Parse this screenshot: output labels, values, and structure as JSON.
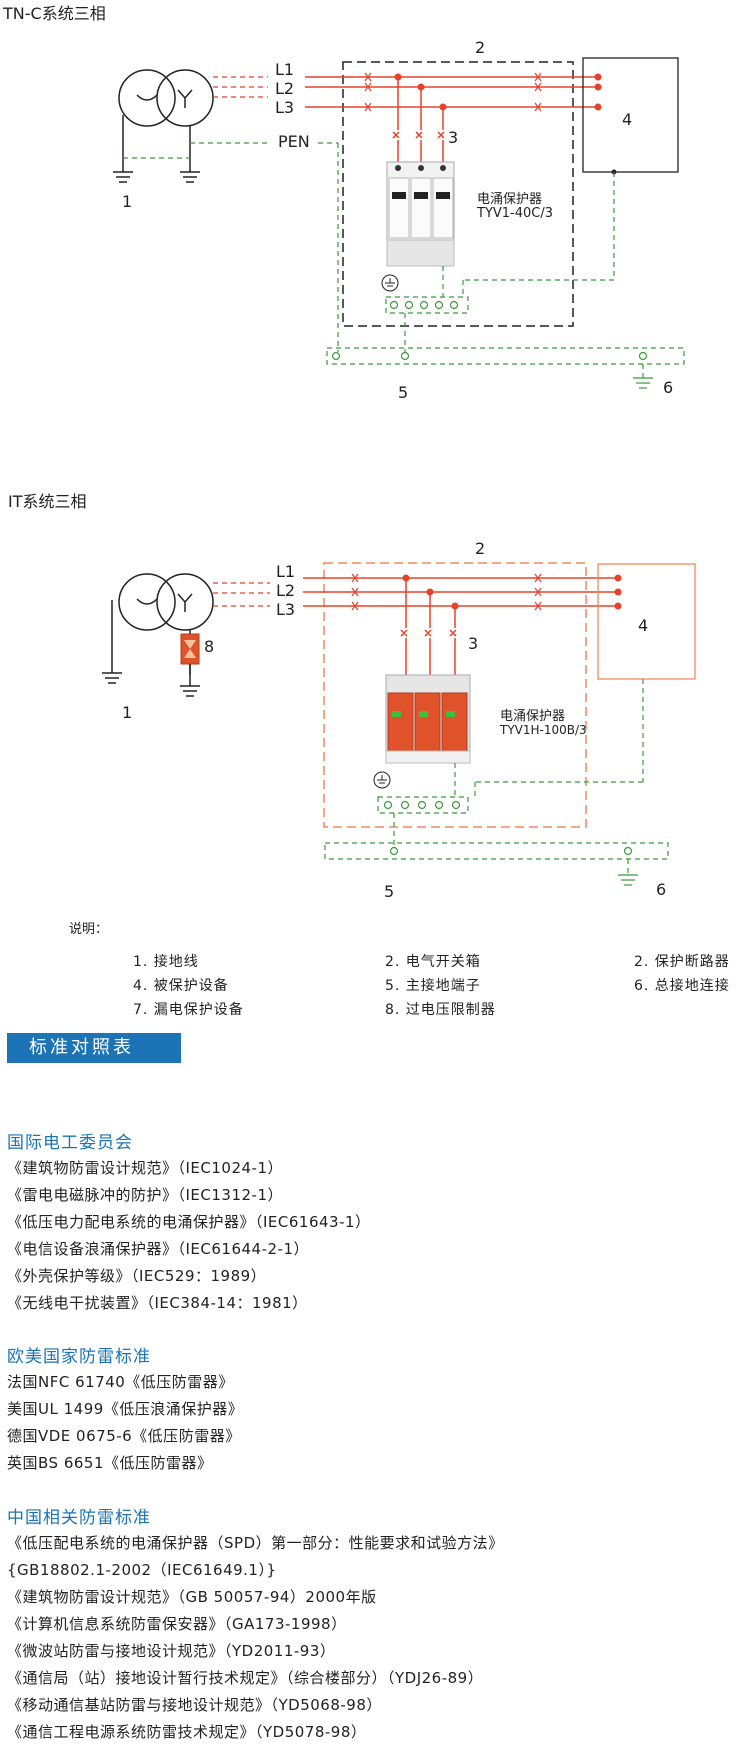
{
  "diagram1": {
    "title": "TN-C系统三相",
    "line_labels": [
      "L1",
      "L2",
      "L3"
    ],
    "pen_label": "PEN",
    "numbers": {
      "n1": "1",
      "n2": "2",
      "n3": "3",
      "n4": "4",
      "n5": "5",
      "n6": "6"
    },
    "device_caption": "电涌保护器",
    "device_model": "TYV1-40C/3"
  },
  "diagram2": {
    "title": "IT系统三相",
    "line_labels": [
      "L1",
      "L2",
      "L3"
    ],
    "numbers": {
      "n1": "1",
      "n2": "2",
      "n3": "3",
      "n4": "4",
      "n5": "5",
      "n6": "6",
      "n8": "8"
    },
    "device_caption": "电涌保护器",
    "device_model": "TYV1H-100B/3"
  },
  "legend": {
    "heading": "说明：",
    "items": [
      "1. 接地线",
      "2. 电气开关箱",
      "2. 保护断路器",
      "4. 被保护设备",
      "5. 主接地端子",
      "6. 总接地连接",
      "7. 漏电保护设备",
      "8. 过电压限制器"
    ]
  },
  "banner": "标准对照表",
  "groups": [
    {
      "title": "国际电工委员会",
      "items": [
        "《建筑物防雷设计规范》（IEC1024-1）",
        "《雷电电磁脉冲的防护》（IEC1312-1）",
        "《低压电力配电系统的电涌保护器》（IEC61643-1）",
        "《电信设备浪涌保护器》（IEC61644-2-1）",
        "《外壳保护等级》（IEC529：1989）",
        "《无线电干扰装置》（IEC384-14：1981）"
      ]
    },
    {
      "title": "欧美国家防雷标准",
      "items": [
        "法国NFC 61740《低压防雷器》",
        "美国UL 1499《低压浪涌保护器》",
        "德国VDE 0675-6《低压防雷器》",
        "英国BS 6651《低压防雷器》"
      ]
    },
    {
      "title": "中国相关防雷标准",
      "items": [
        "《低压配电系统的电涌保护器（SPD）第一部分：性能要求和试验方法》",
        "{GB18802.1-2002（IEC61649.1）}",
        "《建筑物防雷设计规范》（GB 50057-94）2000年版",
        "《计算机信息系统防雷保安器》（GA173-1998）",
        "《微波站防雷与接地设计规范》（YD2011-93）",
        "《通信局（站）接地设计暂行技术规定》（综合楼部分）（YDJ26-89）",
        "《移动通信基站防雷与接地设计规范》（YD5068-98）",
        "《通信工程电源系统防雷技术规定》（YD5078-98）"
      ]
    }
  ],
  "colors": {
    "red": "#e8412a",
    "orange": "#f08a5c",
    "green": "#3a9a3a",
    "blue": "#1c73b5",
    "device_red": "#e0522a"
  }
}
